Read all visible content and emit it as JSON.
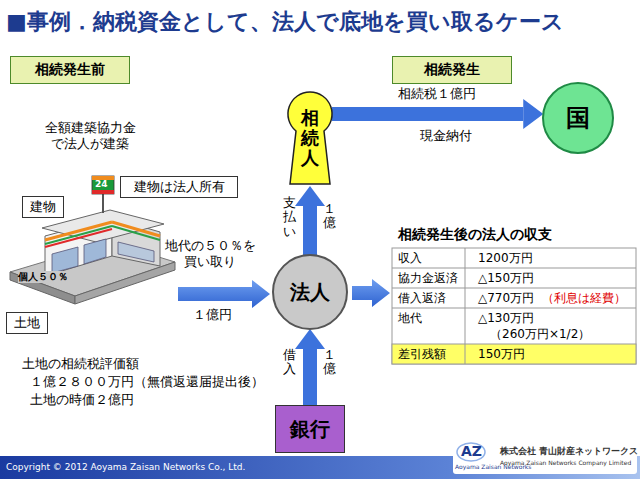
{
  "diagram": {
    "title": "■事例．納税資金として、法人で底地を買い取るケース",
    "nodes": [
      {
        "text": [
          "相続発生前"
        ]
      },
      {
        "text": [
          "相続人"
        ]
      },
      {
        "text": [
          "相続発生"
        ]
      },
      {
        "text": [
          "国"
        ]
      },
      {
        "text": [
          "建物は法人所有"
        ]
      },
      {
        "text": [
          "建物"
        ]
      },
      {
        "text": [
          "法人"
        ]
      },
      {
        "text": [
          "土地"
        ]
      },
      {
        "text": [
          "銀行"
        ]
      }
    ],
    "edges": [
      {
        "from": 6,
        "to": 1,
        "arrow": "to"
      },
      {
        "from": 1,
        "to": 3,
        "arrow": "to"
      },
      {
        "from": 8,
        "to": 6,
        "arrow": "to"
      }
    ],
    "labels": [
      "全額建築協力金 で法人が建築",
      "24",
      "個人５０％",
      "地代の５０％を 買い取り",
      "１億円",
      "土地の相続税評価額",
      "１億２８００万円（無償返還届提出後）",
      "土地の時価２億円",
      "相続税１億円",
      "現金納付",
      "支払い",
      "１億",
      "借入",
      "１億",
      "相続発生後の法人の収支",
      "収入",
      "1200万円",
      "協力金返済",
      "△150万円",
      "借入返済",
      "△770万円",
      "（利息は経費）",
      "地代",
      "△130万円",
      "（260万円×1/2）",
      "差引残額",
      "150万円",
      "Copyright © 2012 Aoyama Zaisan Networks Co., Ltd.",
      "AZ",
      "Aoyama Zaisan Networks",
      "株式会社 青山財産ネットワークス",
      "Aoyama Zaisan Networks Company Limited"
    ]
  }
}
